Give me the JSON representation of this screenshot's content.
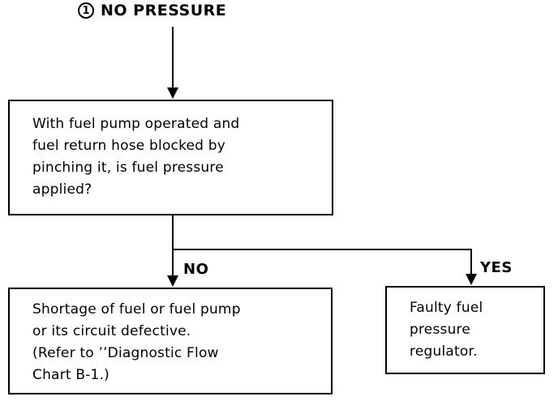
{
  "diagram": {
    "title": {
      "marker": "1",
      "text": "NO PRESSURE"
    },
    "boxes": [
      {
        "id": "question",
        "text": "With fuel pump operated and\nfuel return hose blocked by\npinching it, is fuel pressure\napplied?"
      },
      {
        "id": "no-result",
        "text": "Shortage of fuel or fuel pump\nor its circuit defective.\n(Refer to ’’Diagnostic Flow\nChart B-1.)"
      },
      {
        "id": "yes-result",
        "text": "Faulty fuel\npressure\nregulator."
      }
    ],
    "branches": {
      "no_label": "NO",
      "yes_label": "YES"
    },
    "colors": {
      "line": "#000000",
      "background": "#ffffff"
    }
  }
}
